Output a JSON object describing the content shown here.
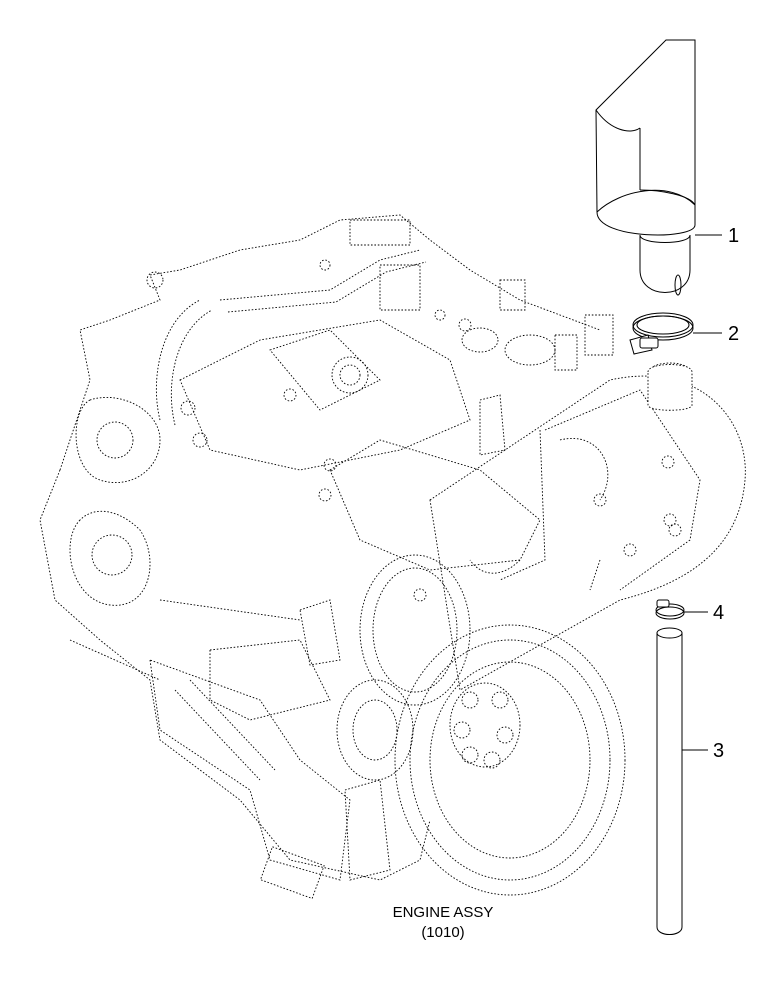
{
  "callouts": [
    {
      "id": "1",
      "label": "1"
    },
    {
      "id": "2",
      "label": "2"
    },
    {
      "id": "4",
      "label": "4"
    },
    {
      "id": "3",
      "label": "3"
    }
  ],
  "caption": {
    "line1": "ENGINE ASSY",
    "line2": "(1010)"
  }
}
